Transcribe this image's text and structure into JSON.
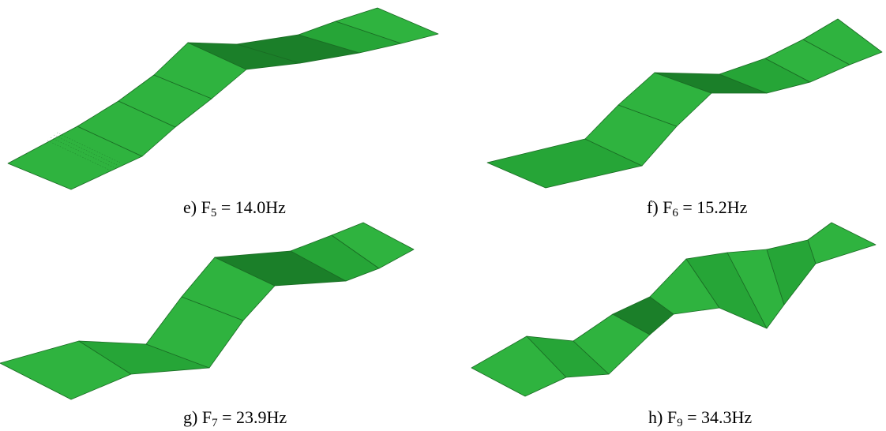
{
  "colors": {
    "light_green": "#2fb33f",
    "mid_green": "#26a537",
    "dark_green": "#1b7f29",
    "edge_line": "#1a6b24",
    "outline": "#125a1d"
  },
  "panels": [
    {
      "id": "e",
      "prefix": "e) F",
      "subscript": "5",
      "suffix": " = 14.0Hz"
    },
    {
      "id": "f",
      "prefix": "f) F",
      "subscript": "6",
      "suffix": " = 15.2Hz"
    },
    {
      "id": "g",
      "prefix": "g) F",
      "subscript": "7",
      "suffix": " = 23.9Hz"
    },
    {
      "id": "h",
      "prefix": "h) F",
      "subscript": "9",
      "suffix": " = 34.3Hz"
    }
  ]
}
